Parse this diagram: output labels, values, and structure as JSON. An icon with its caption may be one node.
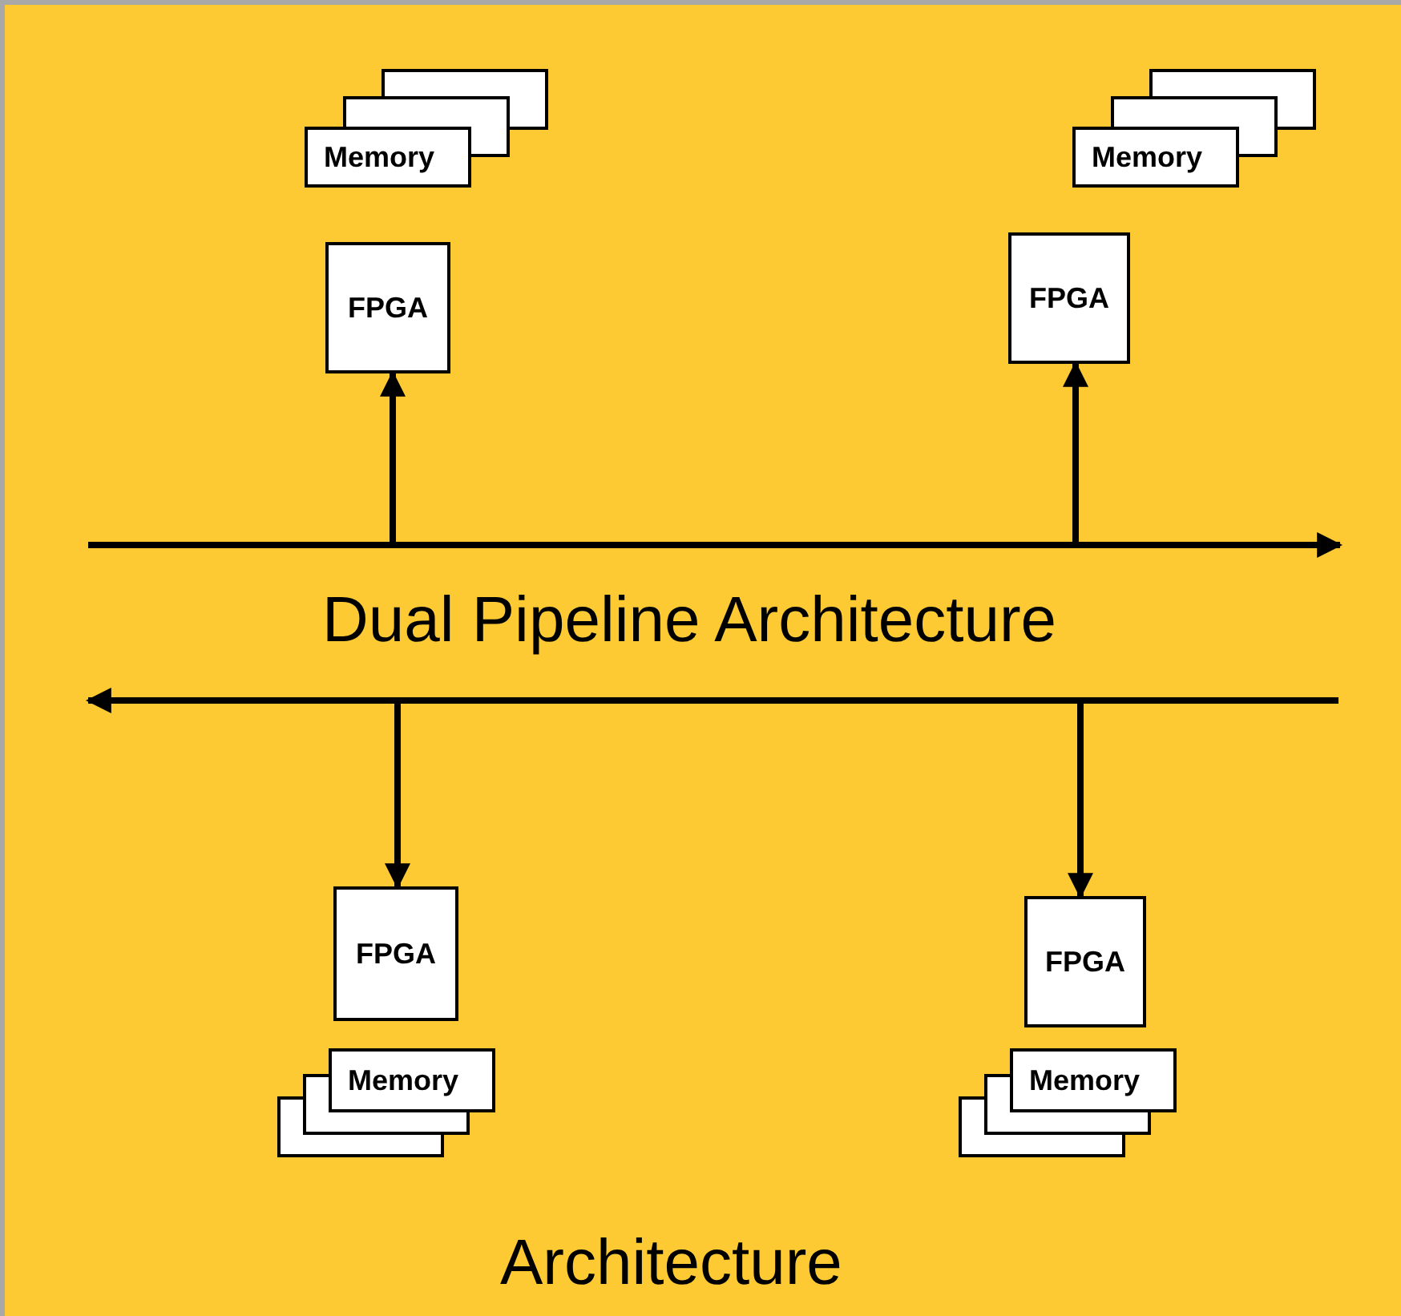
{
  "diagram": {
    "caption": "Architecture",
    "nodes": [
      {
        "text": [
          "Memory"
        ]
      },
      {
        "text": [
          "Memory"
        ]
      },
      {
        "text": [
          "FPGA"
        ]
      },
      {
        "text": [
          "FPGA"
        ]
      },
      {
        "text": [
          "FPGA"
        ]
      },
      {
        "text": [
          "FPGA"
        ]
      },
      {
        "text": [
          "Memory"
        ]
      },
      {
        "text": [
          "Memory"
        ]
      }
    ],
    "edges": [
      {
        "from": null,
        "to": 2,
        "arrow": "to"
      },
      {
        "from": null,
        "to": 3,
        "arrow": "to"
      },
      {
        "from": null,
        "to": 4,
        "arrow": "to"
      },
      {
        "from": null,
        "to": 5,
        "arrow": "to"
      }
    ],
    "labels": [
      "Dual Pipeline Architecture"
    ]
  }
}
